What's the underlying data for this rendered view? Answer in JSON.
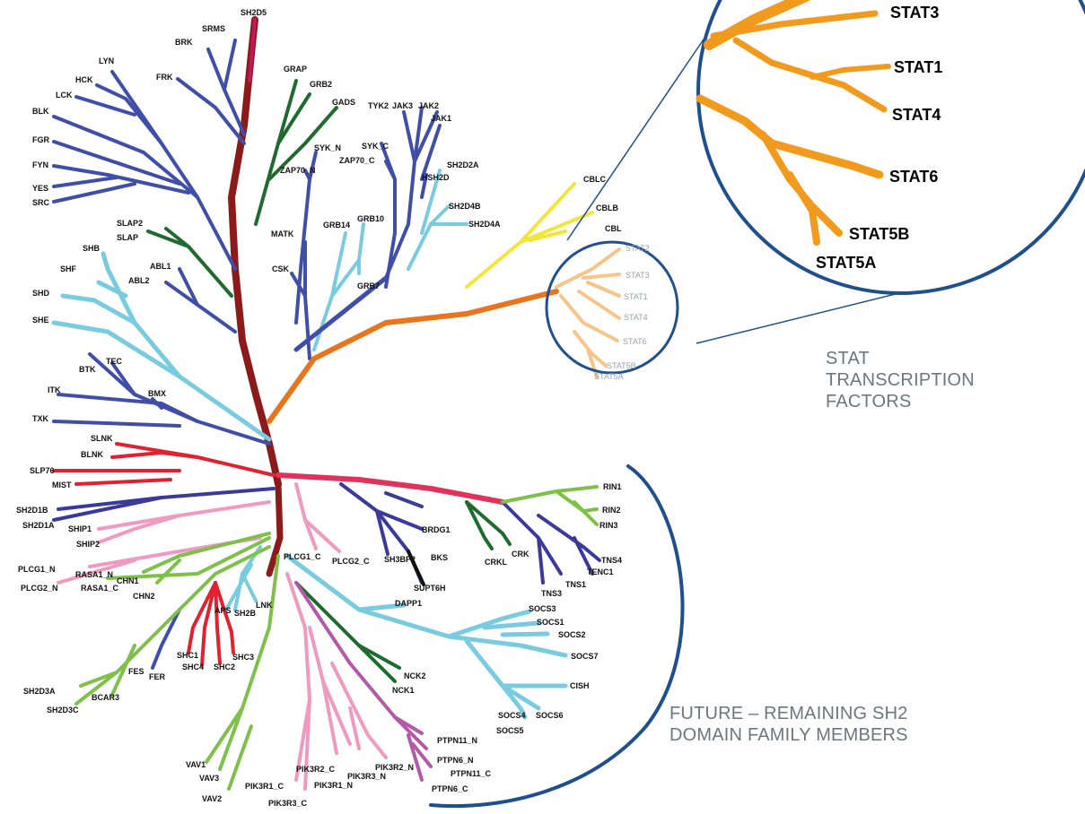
{
  "colors": {
    "trunk": "#8b1a1a",
    "src_blue": "#3f4fa8",
    "grb_green": "#1f6b2f",
    "light_blue": "#79cbe0",
    "yellow": "#f0e63c",
    "stat_orange": "#f29a1e",
    "stat_light": "#f7c48a",
    "red": "#e02230",
    "pink": "#ef9ac0",
    "green_light": "#7fc04a",
    "violet": "#b05aa8",
    "navy": "#3a3a9a",
    "callout_blue": "#1f4f8c"
  },
  "labels": {
    "sh2d5": "SH2D5",
    "brk": "BRK",
    "srms": "SRMS",
    "frk": "FRK",
    "lyn": "LYN",
    "hck": "HCK",
    "lck": "LCK",
    "blk": "BLK",
    "fgr": "FGR",
    "fyn": "FYN",
    "yes": "YES",
    "src": "SRC",
    "grap": "GRAP",
    "grb2": "GRB2",
    "gads": "GADS",
    "tyk2": "TYK2",
    "jak3": "JAK3",
    "jak2": "JAK2",
    "jak1": "JAK1",
    "syk_n": "SYK_N",
    "syk_c": "SYK_C",
    "zap70_n": "ZAP70_N",
    "zap70_c": "ZAP70_C",
    "hsh2d": "HSH2D",
    "sh2d2a": "SH2D2A",
    "sh2d4b": "SH2D4B",
    "sh2d4a": "SH2D4A",
    "cblc": "CBLC",
    "cblb": "CBLB",
    "cbl": "CBL",
    "slap2": "SLAP2",
    "slap": "SLAP",
    "grb10": "GRB10",
    "grb14": "GRB14",
    "matk": "MATK",
    "grb7": "GRB7",
    "csk": "CSK",
    "shb": "SHB",
    "shf": "SHF",
    "shd": "SHD",
    "she": "SHE",
    "abl1": "ABL1",
    "abl2": "ABL2",
    "btk": "BTK",
    "tec": "TEC",
    "itk": "ITK",
    "bmx": "BMX",
    "txk": "TXK",
    "slnk": "SLNK",
    "blnk": "BLNK",
    "slp76": "SLP76",
    "mist": "MIST",
    "sh2d1b": "SH2D1B",
    "sh2d1a": "SH2D1A",
    "ship1": "SHIP1",
    "ship2": "SHIP2",
    "plcg1_n": "PLCG1_N",
    "plcg2_n": "PLCG2_N",
    "rasa1_n": "RASA1_N",
    "rasa1_c": "RASA1_C",
    "chn1": "CHN1",
    "chn2": "CHN2",
    "aps": "APS",
    "sh2b": "SH2B",
    "lnk": "LNK",
    "plcg1_c": "PLCG1_C",
    "plcg2_c": "PLCG2_C",
    "sh3bp2": "SH3BP2",
    "brdg1": "BRDG1",
    "bks": "BKS",
    "supt6h": "SUPT6H",
    "crkl": "CRKL",
    "crk": "CRK",
    "tns4": "TNS4",
    "tenc1": "TENC1",
    "tns1": "TNS1",
    "tns3": "TNS3",
    "rin1": "RIN1",
    "rin2": "RIN2",
    "rin3": "RIN3",
    "dapp1": "DAPP1",
    "socs3": "SOCS3",
    "socs1": "SOCS1",
    "socs2": "SOCS2",
    "socs7": "SOCS7",
    "cish": "CISH",
    "socs4": "SOCS4",
    "socs6": "SOCS6",
    "socs5": "SOCS5",
    "nck2": "NCK2",
    "nck1": "NCK1",
    "ptpn11_n": "PTPN11_N",
    "ptpn6_n": "PTPN6_N",
    "ptpn11_c": "PTPN11_C",
    "ptpn6_c": "PTPN6_C",
    "shc1": "SHC1",
    "shc4": "SHC4",
    "shc2": "SHC2",
    "shc3": "SHC3",
    "fes": "FES",
    "fer": "FER",
    "sh2d3a": "SH2D3A",
    "sh2d3c": "SH2D3C",
    "bcar3": "BCAR3",
    "vav1": "VAV1",
    "vav3": "VAV3",
    "vav2": "VAV2",
    "pik3r1_c": "PIK3R1_C",
    "pik3r3_c": "PIK3R3_C",
    "pik3r2_c": "PIK3R2_C",
    "pik3r1_n": "PIK3R1_N",
    "pik3r3_n": "PIK3R3_N",
    "pik3r2_n": "PIK3R2_N"
  },
  "stat_small": {
    "stat2": "STAT2",
    "stat3": "STAT3",
    "stat1": "STAT1",
    "stat4": "STAT4",
    "stat6": "STAT6",
    "stat5b": "STAT5B",
    "stat5a": "STAT5A"
  },
  "stat_zoom": {
    "stat3": "STAT3",
    "stat1": "STAT1",
    "stat4": "STAT4",
    "stat6": "STAT6",
    "stat5b": "STAT5B",
    "stat5a": "STAT5A"
  },
  "captions": {
    "stat_line1": "STAT",
    "stat_line2": "TRANSCRIPTION",
    "stat_line3": "FACTORS",
    "future_line1": "FUTURE – REMAINING SH2",
    "future_line2": "DOMAIN FAMILY MEMBERS"
  }
}
